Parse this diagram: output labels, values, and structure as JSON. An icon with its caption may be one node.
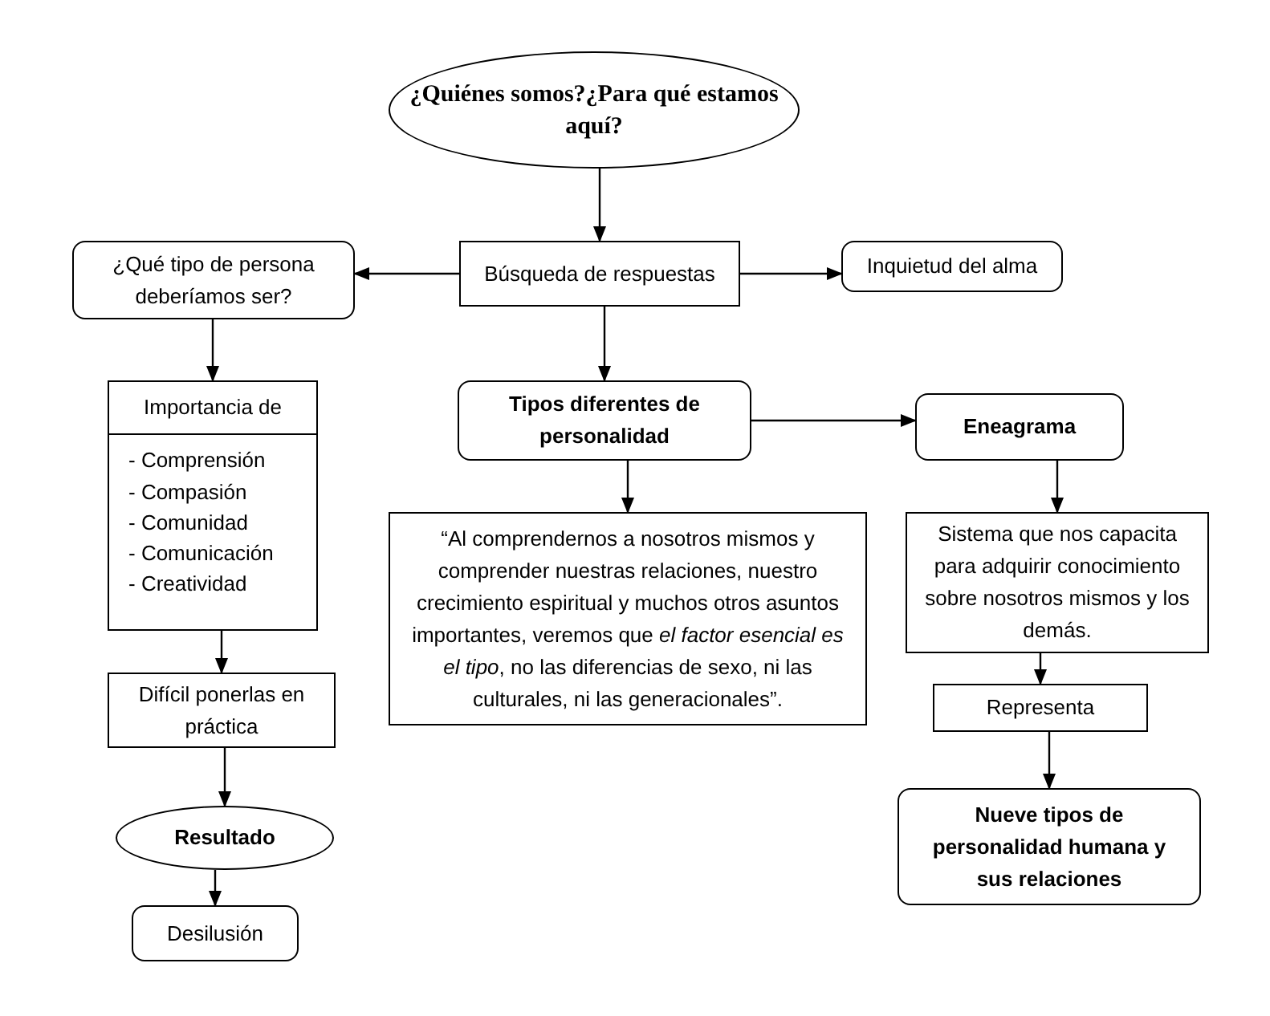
{
  "diagram": {
    "nodes": [
      {
        "text": [
          "¿Quiénes somos?¿Para qué estamos aquí?"
        ]
      },
      {
        "text": [
          "Búsqueda de respuestas"
        ]
      },
      {
        "text": [
          "¿Qué tipo de persona deberíamos ser?"
        ]
      },
      {
        "text": [
          "Inquietud del alma"
        ]
      },
      {
        "text": [
          "Importancia de",
          "- Comprensión",
          "- Compasión",
          "- Comunidad",
          "- Comunicación",
          "- Creatividad"
        ]
      },
      {
        "text": [
          "Difícil ponerlas en práctica"
        ]
      },
      {
        "text": [
          "Resultado"
        ]
      },
      {
        "text": [
          "Desilusión"
        ]
      },
      {
        "text": [
          "Tipos diferentes de personalidad"
        ]
      },
      {
        "text": [
          "Eneagrama"
        ]
      },
      {
        "text": [
          "“Al comprendernos a nosotros mismos y comprender nuestras relaciones, nuestro crecimiento espiritual y muchos otros asuntos importantes, veremos que *el factor esencial es el tipo*, no las diferencias de sexo, ni las culturales, ni las generacionales”."
        ]
      },
      {
        "text": [
          "Sistema que nos capacita para adquirir conocimiento sobre nosotros mismos y los demás."
        ]
      },
      {
        "text": [
          "Representa"
        ]
      },
      {
        "text": [
          "Nueve tipos de personalidad humana y sus relaciones"
        ]
      }
    ],
    "edges": [
      {
        "from": 0,
        "to": 1,
        "arrow": "to"
      },
      {
        "from": 1,
        "to": 2,
        "arrow": "to"
      },
      {
        "from": 1,
        "to": 3,
        "arrow": "to"
      },
      {
        "from": 1,
        "to": 8,
        "arrow": "to"
      },
      {
        "from": 2,
        "to": 4,
        "arrow": "to"
      },
      {
        "from": 4,
        "to": 5,
        "arrow": "to"
      },
      {
        "from": 5,
        "to": 6,
        "arrow": "to"
      },
      {
        "from": 6,
        "to": 7,
        "arrow": "to"
      },
      {
        "from": 8,
        "to": 9,
        "arrow": "to"
      },
      {
        "from": 8,
        "to": 10,
        "arrow": "to"
      },
      {
        "from": 9,
        "to": 11,
        "arrow": "to"
      },
      {
        "from": 11,
        "to": 12,
        "arrow": "to"
      },
      {
        "from": 12,
        "to": 13,
        "arrow": "to"
      }
    ]
  }
}
